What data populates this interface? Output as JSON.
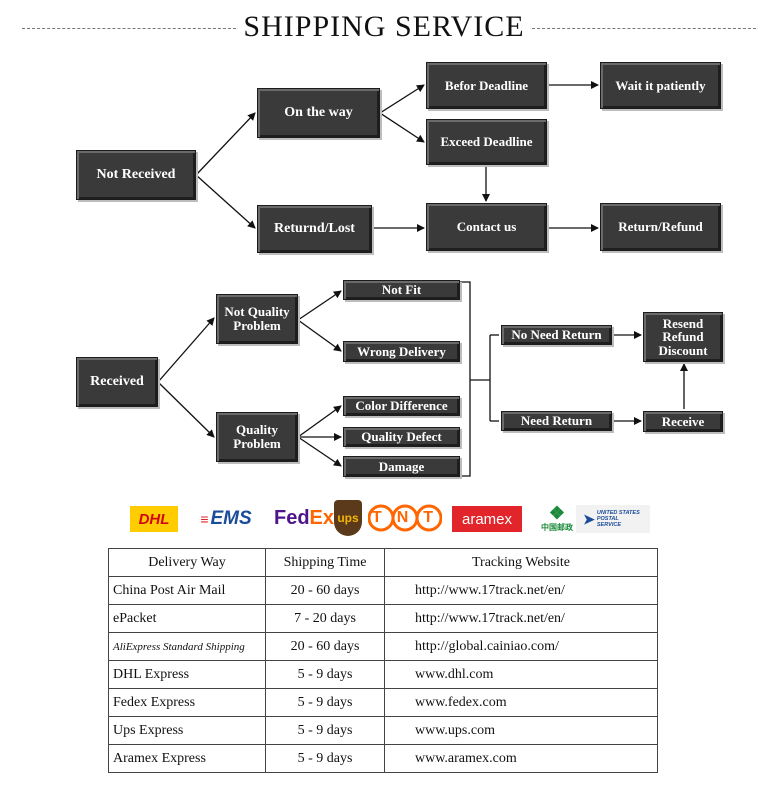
{
  "title": "SHIPPING SERVICE",
  "flow_not_received": {
    "not_received": "Not Received",
    "on_the_way": "On the way",
    "returnd_lost": "Returnd/Lost",
    "befor_deadline": "Befor Deadline",
    "exceed_deadline": "Exceed Deadline",
    "contact_us": "Contact us",
    "wait_patiently": "Wait it patiently",
    "return_refund": "Return/Refund"
  },
  "flow_received": {
    "received": "Received",
    "not_quality_problem": "Not Quality Problem",
    "quality_problem": "Quality Problem",
    "not_fit": "Not Fit",
    "wrong_delivery": "Wrong Delivery",
    "color_difference": "Color Difference",
    "quality_defect": "Quality Defect",
    "damage": "Damage",
    "no_need_return": "No Need Return",
    "need_return": "Need Return",
    "resend_refund_discount": "Resend Refund Discount",
    "receive": "Receive"
  },
  "carriers": {
    "dhl": "DHL",
    "ems": "EMS",
    "fedex_fed": "Fed",
    "fedex_ex": "Ex",
    "ups": "ups",
    "tnt": "TNT",
    "aramex": "aramex",
    "china_post": "中国邮政",
    "usps": "UNITED STATES POSTAL SERVICE"
  },
  "table": {
    "headers": [
      "Delivery Way",
      "Shipping Time",
      "Tracking Website"
    ],
    "rows": [
      [
        "China Post Air Mail",
        "20 - 60 days",
        "http://www.17track.net/en/"
      ],
      [
        "ePacket",
        "7 - 20 days",
        "http://www.17track.net/en/"
      ],
      [
        "AliExpress Standard Shipping",
        "20 - 60 days",
        "http://global.cainiao.com/"
      ],
      [
        "DHL Express",
        "5 - 9 days",
        "www.dhl.com"
      ],
      [
        "Fedex Express",
        "5 - 9 days",
        "www.fedex.com"
      ],
      [
        "Ups Express",
        "5 - 9 days",
        "www.ups.com"
      ],
      [
        "Aramex Express",
        "5 - 9 days",
        "www.aramex.com"
      ]
    ]
  },
  "colors": {
    "node_fill": "#3a3a3a",
    "dhl_yellow": "#ffcc00",
    "dhl_red": "#d40511",
    "ems_blue": "#1a4c9a",
    "fedex_purple": "#4d148c",
    "fedex_orange": "#ff6600",
    "ups_brown": "#5a3a1a",
    "ups_gold": "#f6b400",
    "tnt_orange": "#ff6600",
    "aramex_red": "#e2252b",
    "china_post_green": "#1b8a3a"
  }
}
